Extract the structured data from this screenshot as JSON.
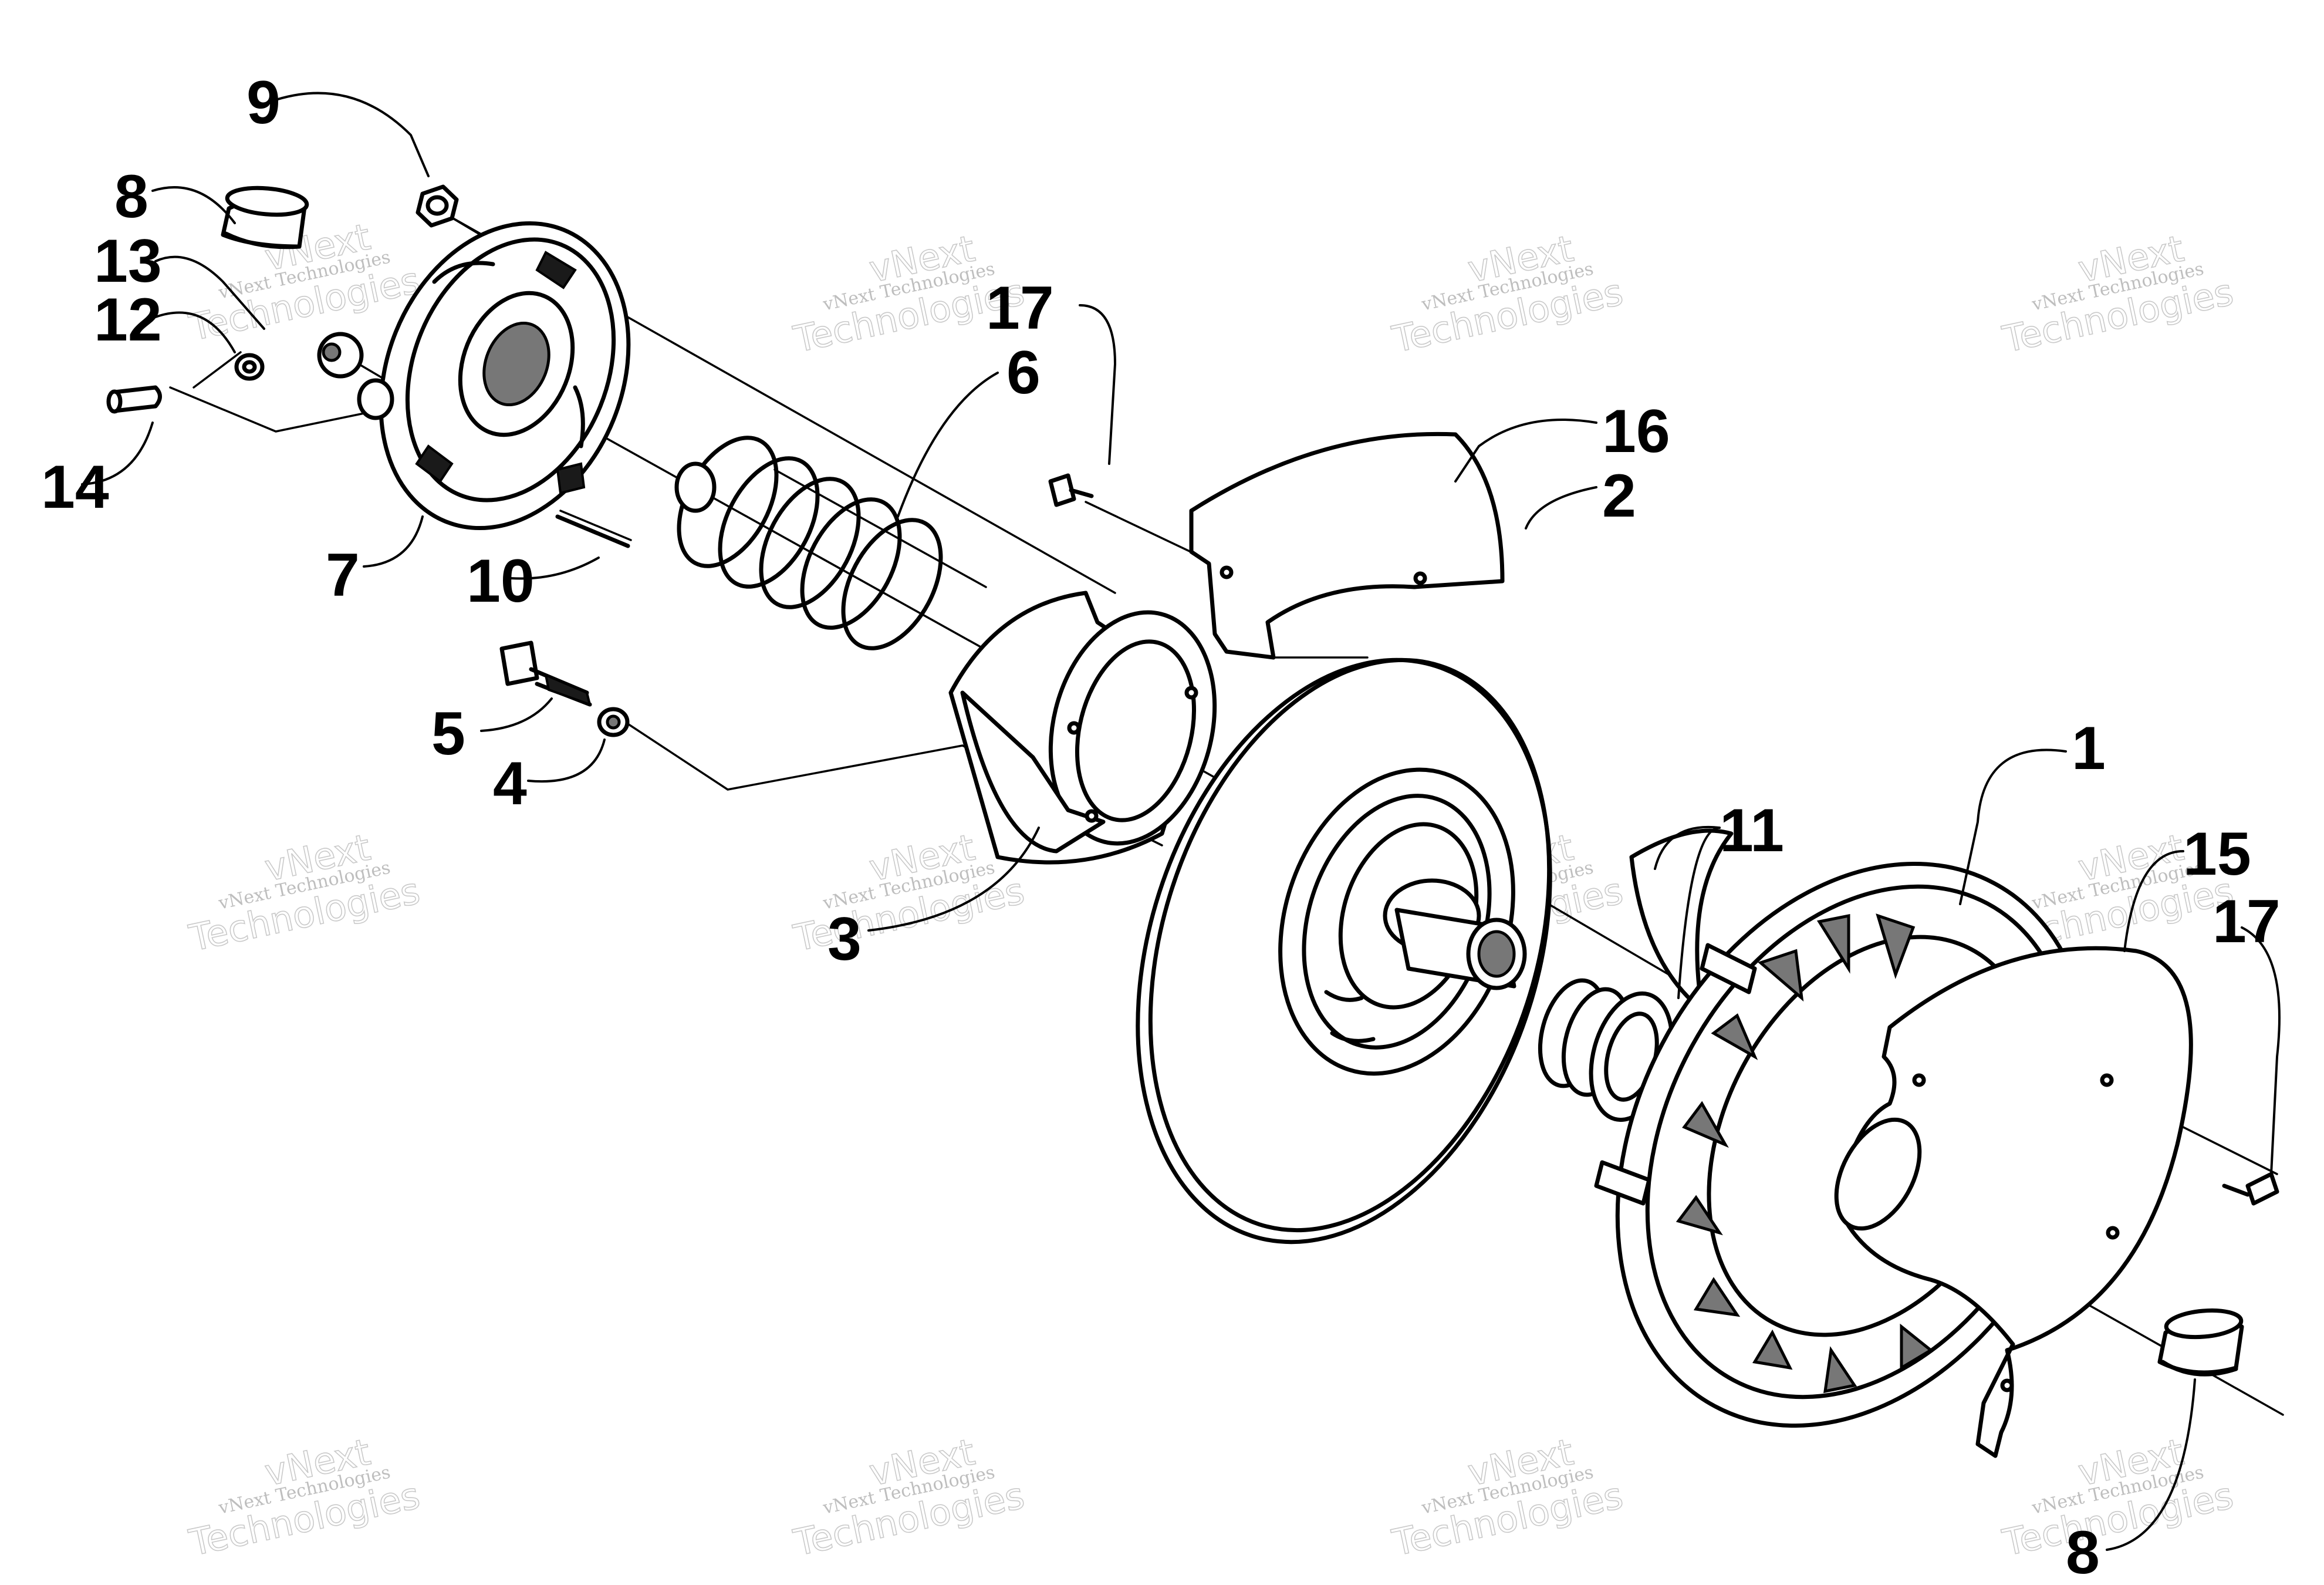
{
  "diagram": {
    "labels": {
      "l1": "1",
      "l2": "2",
      "l3": "3",
      "l4": "4",
      "l5": "5",
      "l6": "6",
      "l7": "7",
      "l8a": "8",
      "l8b": "8",
      "l9": "9",
      "l10": "10",
      "l11": "11",
      "l12": "12",
      "l13": "13",
      "l14": "14",
      "l15": "15",
      "l16": "16",
      "l17a": "17",
      "l17b": "17"
    },
    "watermark": {
      "line1": "vNext Technologies",
      "line2": "vNext",
      "line3": "Technologies"
    }
  }
}
